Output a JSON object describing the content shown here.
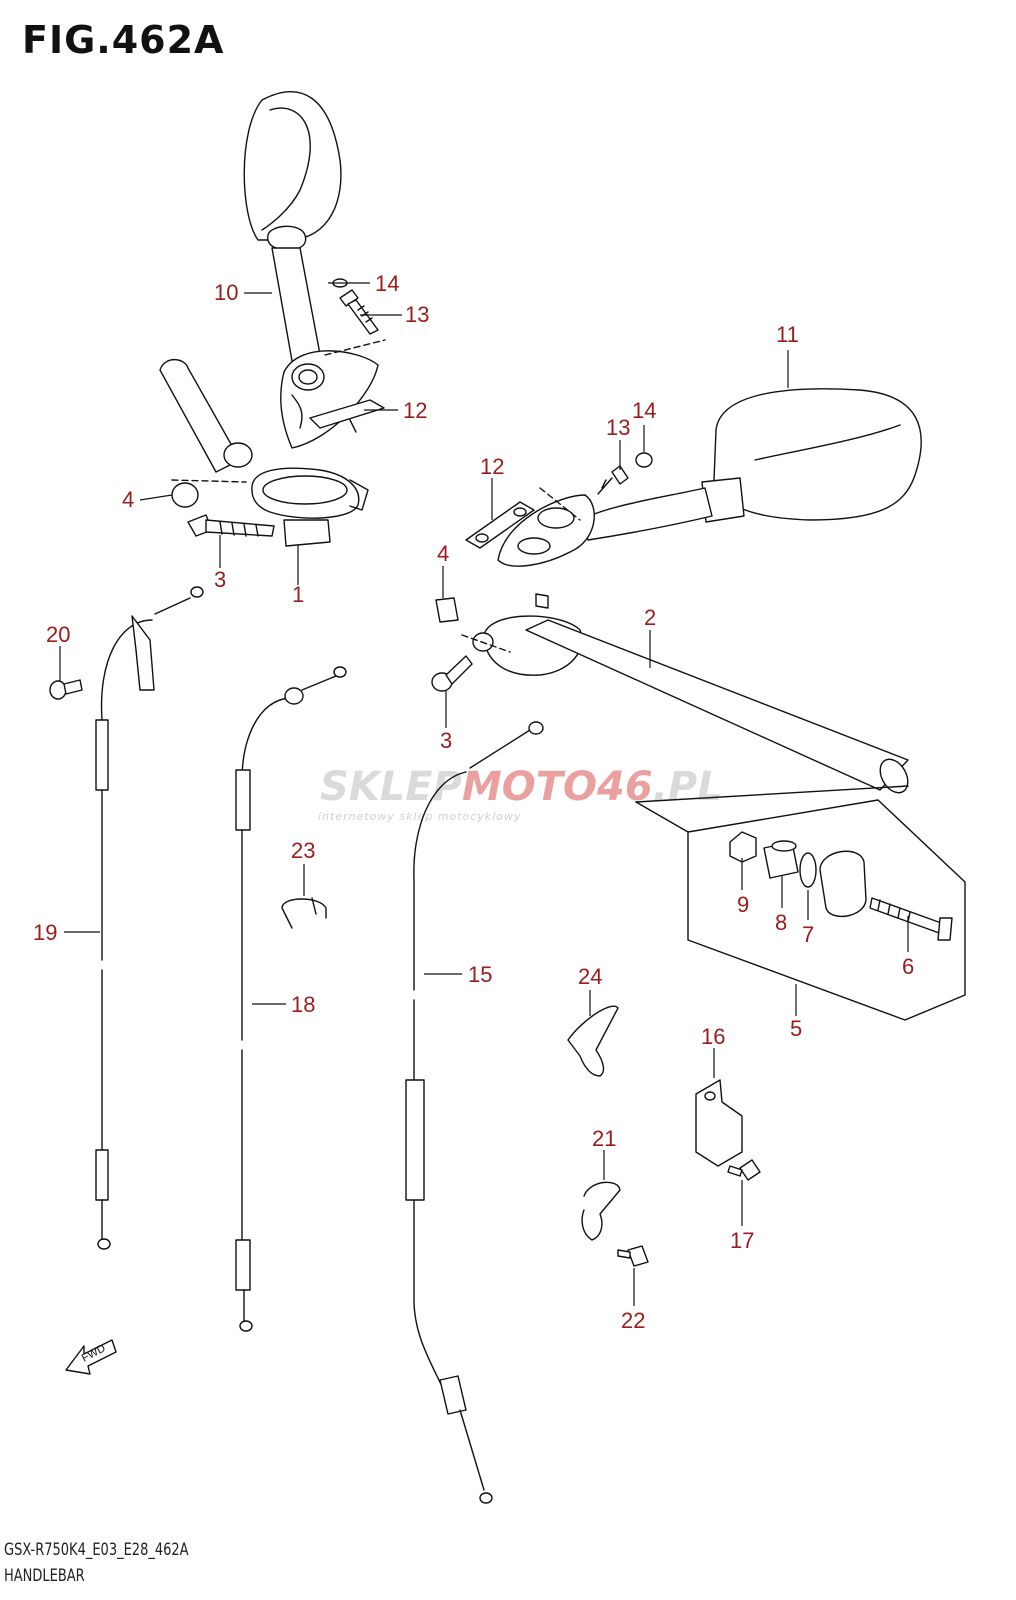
{
  "figure": {
    "title": "FIG.462A",
    "model_code": "GSX-R750K4_E03_E28_462A",
    "name": "HANDLEBAR"
  },
  "watermark": {
    "brand_part1": "SKLEP",
    "brand_part2": "MOTO46",
    "brand_part3": ".PL",
    "tagline": "internetowy sklep motocyklowy"
  },
  "fwd_label": "FWD",
  "callouts": [
    "1",
    "2",
    "3",
    "3",
    "4",
    "4",
    "5",
    "6",
    "7",
    "8",
    "9",
    "10",
    "11",
    "12",
    "12",
    "13",
    "13",
    "14",
    "14",
    "15",
    "16",
    "17",
    "18",
    "19",
    "20",
    "21",
    "22",
    "23",
    "24"
  ],
  "colors": {
    "callout": "#9b1c1c",
    "line": "#111111",
    "watermark": "#bdbdbd",
    "watermark_accent": "#d9534f"
  }
}
